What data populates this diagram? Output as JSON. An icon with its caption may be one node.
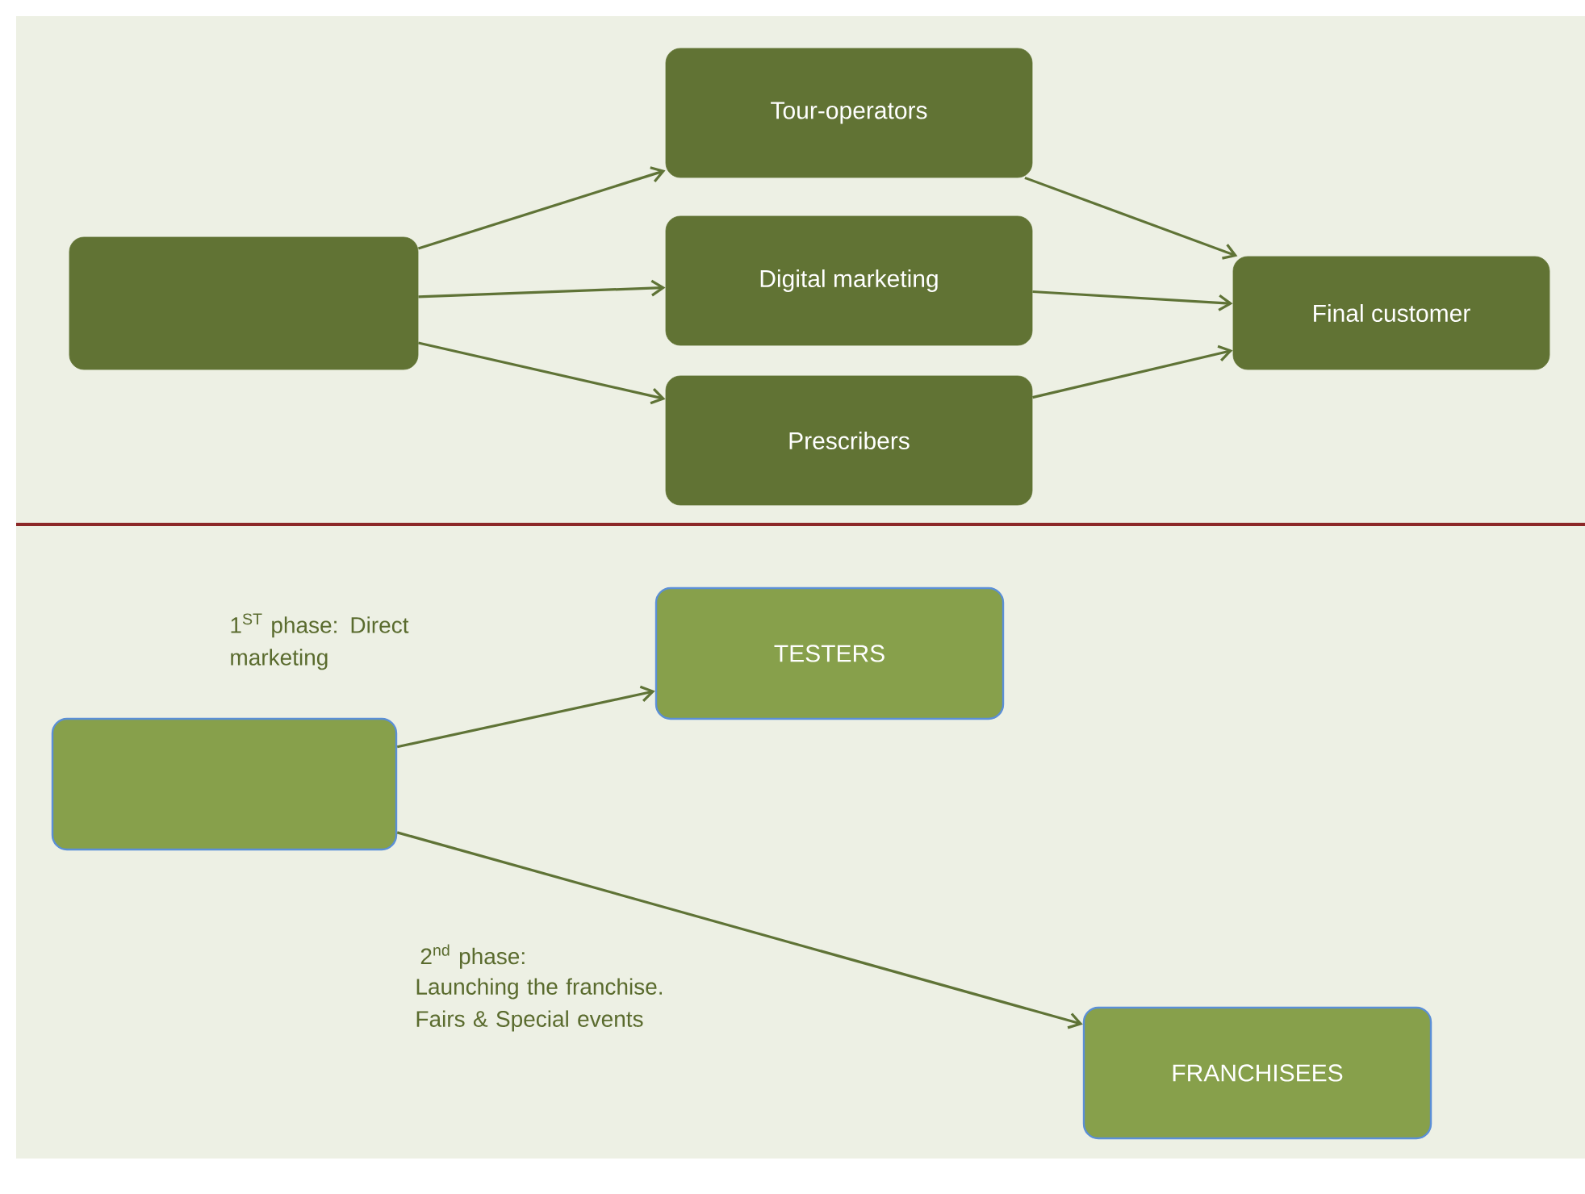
{
  "diagram": {
    "nodes": [
      {
        "text": [],
        "shape": "box"
      },
      {
        "text": [
          "Tour-operators"
        ]
      },
      {
        "text": [
          "Digital marketing"
        ]
      },
      {
        "text": [
          "Prescribers"
        ]
      },
      {
        "text": [
          "Final customer"
        ]
      },
      {
        "text": [],
        "shape": "box"
      },
      {
        "text": [
          "TESTERS"
        ]
      },
      {
        "text": [
          "FRANCHISEES"
        ]
      }
    ],
    "edges": [
      {
        "from": 0,
        "to": 1,
        "arrow": "to"
      },
      {
        "from": 0,
        "to": 2,
        "arrow": "to"
      },
      {
        "from": 0,
        "to": 3,
        "arrow": "to"
      },
      {
        "from": 1,
        "to": 4,
        "arrow": "to"
      },
      {
        "from": 2,
        "to": 4,
        "arrow": "to"
      },
      {
        "from": 3,
        "to": 4,
        "arrow": "to"
      },
      {
        "from": 5,
        "to": 6,
        "arrow": "to",
        "label": "1$^{ST}$ phase: Direct marketing"
      },
      {
        "from": 5,
        "to": 7,
        "arrow": "to",
        "label": "2$^{nd}$ phase:"
      }
    ],
    "labels": [
      "Launching the franchise. Fairs & Special events"
    ]
  }
}
